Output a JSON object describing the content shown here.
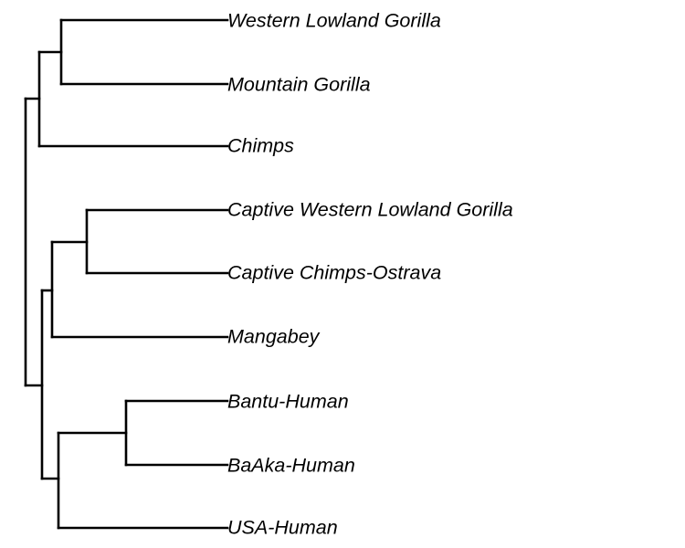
{
  "tree": {
    "title": "",
    "line_color": "#000000",
    "leaves": [
      "Western Lowland Gorilla",
      "Mountain Gorilla",
      "Chimps",
      "Captive Western Lowland Gorilla",
      "Captive Chimps-Ostrava",
      "Mangabey",
      "Bantu-Human",
      "BaAka-Human",
      "USA-Human"
    ],
    "topology": [
      [
        [
          0,
          1
        ],
        2
      ],
      [
        [
          [
            3,
            4
          ],
          5
        ],
        [
          [
            6,
            7
          ],
          8
        ]
      ]
    ]
  }
}
